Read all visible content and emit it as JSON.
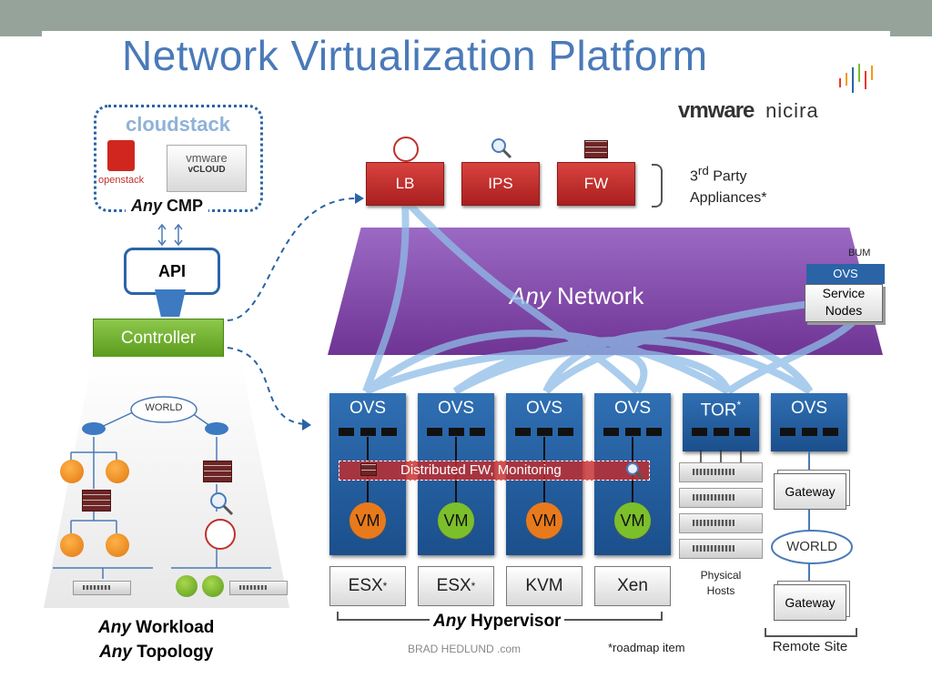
{
  "title": "Network Virtualization Platform",
  "brand": {
    "vmware": "vmware",
    "nicira": "nicira"
  },
  "cmp": {
    "cloudstack": "cloudstack",
    "openstack": "openstack",
    "vmware": "vmware",
    "vcloud": "vCLOUD",
    "label_any": "Any",
    "label_rest": "CMP"
  },
  "api": "API",
  "controller": "Controller",
  "appliances": {
    "lb": "LB",
    "ips": "IPS",
    "fw": "FW",
    "note_sup": "rd",
    "note_line1": "3",
    "note_line1_rest": " Party",
    "note_line2": "Appliances*"
  },
  "network": {
    "any": "Any",
    "rest": " Network"
  },
  "service": {
    "bum": "BUM",
    "ovs": "OVS",
    "label": "Service Nodes"
  },
  "hosts": [
    {
      "ovs": "OVS",
      "vm": "VM",
      "vm_color": "#e87a1c",
      "hyp": "ESX",
      "star": "*"
    },
    {
      "ovs": "OVS",
      "vm": "VM",
      "vm_color": "#7bbf2a",
      "hyp": "ESX",
      "star": "*"
    },
    {
      "ovs": "OVS",
      "vm": "VM",
      "vm_color": "#e87a1c",
      "hyp": "KVM",
      "star": ""
    },
    {
      "ovs": "OVS",
      "vm": "VM",
      "vm_color": "#7bbf2a",
      "hyp": "Xen",
      "star": ""
    }
  ],
  "tor": {
    "label": "TOR",
    "star": "*"
  },
  "gw_ovs": "OVS",
  "distributed": "Distributed FW, Monitoring",
  "physical_hosts": "Physical Hosts",
  "gateway": "Gateway",
  "world": "WORLD",
  "remote_site": "Remote Site",
  "any_hypervisor": {
    "any": "Any",
    "rest": " Hypervisor"
  },
  "workload": {
    "any": "Any",
    "rest1": " Workload",
    "rest2": " Topology"
  },
  "credit": "BRAD HEDLUND .com",
  "roadmap": "*roadmap item",
  "colors": {
    "accent": "#4a7ab8",
    "red": "#c0302b",
    "purple": "#7a3fa0",
    "blue": "#2a64a6",
    "green": "#6eaa2e"
  }
}
